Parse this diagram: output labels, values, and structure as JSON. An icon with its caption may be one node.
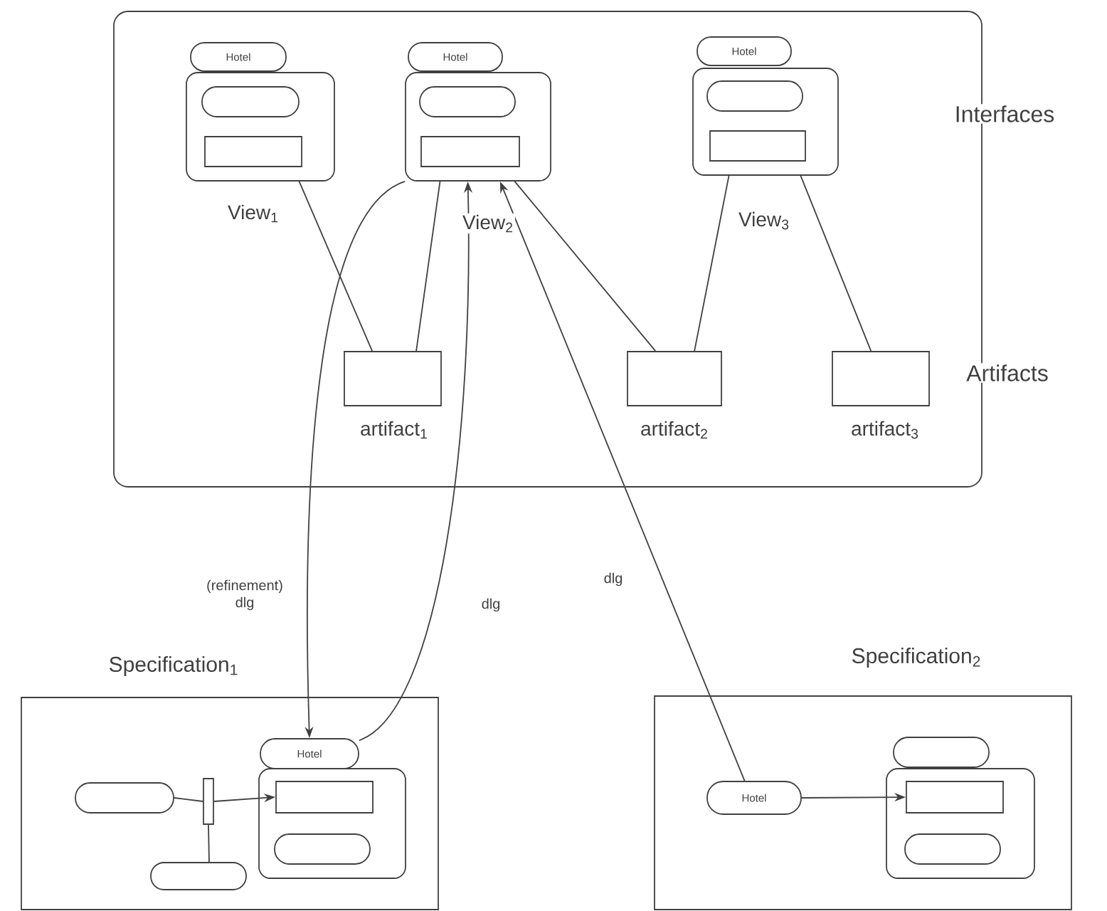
{
  "diagram": {
    "nodes": [
      {
        "text": [],
        "shape": "box"
      },
      {
        "text": [
          "Hotel"
        ],
        "in": 0
      },
      {
        "text": [],
        "shape": "box",
        "in": 0,
        "beside": [
          "View$_{1}$"
        ]
      },
      {
        "text": [],
        "shape": "oval",
        "in": 2
      },
      {
        "text": [],
        "shape": "box",
        "in": 2
      },
      {
        "text": [
          "Hotel"
        ],
        "in": 0
      },
      {
        "text": [],
        "shape": "box",
        "in": 0,
        "beside": [
          "View$_{2}$"
        ]
      },
      {
        "text": [],
        "shape": "oval",
        "in": 6
      },
      {
        "text": [],
        "shape": "box",
        "in": 6
      },
      {
        "text": [
          "Hotel"
        ],
        "in": 0
      },
      {
        "text": [],
        "shape": "box",
        "in": 0,
        "beside": [
          "View$_{3}$"
        ]
      },
      {
        "text": [],
        "shape": "oval",
        "in": 10
      },
      {
        "text": [],
        "shape": "box",
        "in": 10
      },
      {
        "text": [],
        "shape": "box",
        "in": 0,
        "beside": [
          "artifact$_{1}$"
        ]
      },
      {
        "text": [],
        "shape": "box",
        "in": 0,
        "beside": [
          "artifact$_{2}$"
        ]
      },
      {
        "text": [],
        "shape": "box",
        "in": 0,
        "beside": [
          "artifact$_{3}$"
        ]
      },
      {
        "text": [
          "Specification$_{1}$"
        ]
      },
      {
        "text": [
          "Hotel"
        ],
        "in": 16
      },
      {
        "text": [],
        "shape": "box",
        "in": 16
      },
      {
        "text": [],
        "shape": "box",
        "in": 18
      },
      {
        "text": [],
        "shape": "oval",
        "in": 18
      },
      {
        "text": [],
        "shape": "oval",
        "in": 16
      },
      {
        "text": [],
        "shape": "bar",
        "in": 16
      },
      {
        "text": [],
        "shape": "oval",
        "in": 16
      },
      {
        "text": [
          "Specification$_{2}$"
        ]
      },
      {
        "text": [
          "Hotel"
        ],
        "in": 24
      },
      {
        "text": [],
        "shape": "oval",
        "in": 24
      },
      {
        "text": [],
        "shape": "box",
        "in": 24
      },
      {
        "text": [],
        "shape": "box",
        "in": 27
      },
      {
        "text": [],
        "shape": "oval",
        "in": 27
      }
    ],
    "edges": [
      {
        "from": 2,
        "to": 13,
        "arrow": "none"
      },
      {
        "from": 13,
        "to": 6,
        "arrow": "none"
      },
      {
        "from": 14,
        "to": 6,
        "arrow": "none"
      },
      {
        "from": 14,
        "to": 10,
        "arrow": "none"
      },
      {
        "from": 10,
        "to": 15,
        "arrow": "none"
      },
      {
        "from": 6,
        "to": 17,
        "arrow": "to",
        "label": "(refinement) dlg"
      },
      {
        "from": 17,
        "to": 6,
        "arrow": "to",
        "label": "dlg"
      },
      {
        "from": 25,
        "to": 6,
        "arrow": "to",
        "label": "dlg"
      },
      {
        "from": 21,
        "to": 22,
        "arrow": "none"
      },
      {
        "from": 22,
        "to": 19,
        "arrow": "to"
      },
      {
        "from": 22,
        "to": 23,
        "arrow": "none"
      },
      {
        "from": 25,
        "to": 28,
        "arrow": "to"
      }
    ],
    "labels": [
      "Interfaces",
      "Artifacts"
    ]
  }
}
